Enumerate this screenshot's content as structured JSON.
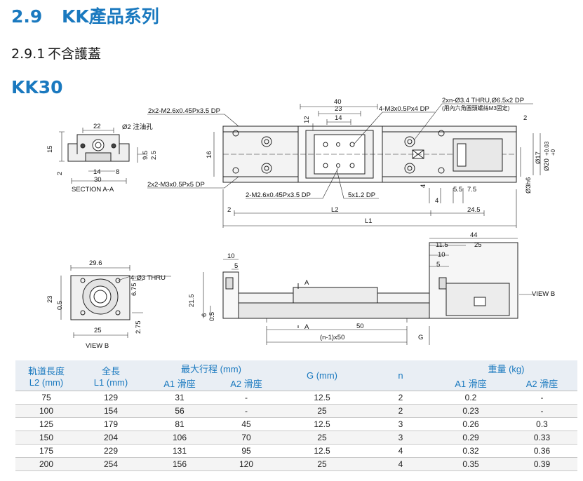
{
  "section": {
    "number": "2.9",
    "title": "KK產品系列"
  },
  "subsection": {
    "number": "2.9.1",
    "title": "不含護蓋"
  },
  "model": "KK30",
  "drawing_labels": {
    "sec_22": "22",
    "sec_oil": "Ø2 注油孔",
    "sec_15": "15",
    "sec_9_5": "9.5",
    "sec_2_5": "2.5",
    "sec_2": "2",
    "sec_14": "14",
    "sec_8": "8",
    "sec_30": "30",
    "sec_title": "SECTION A-A",
    "top_m26a": "2x2-M2.6x0.45Px3.5 DP",
    "top_m3a": "2x2-M3x0.5Px5 DP",
    "top_40": "40",
    "top_23": "23",
    "top_14": "14",
    "top_12": "12",
    "top_16": "16",
    "top_m3b": "4-M3x0.5Px4 DP",
    "top_thru": "2xn-Ø3.4 THRU,Ø6.5x2 DP",
    "top_thru_note": "(用內六角圓頭螺絲M3固定)",
    "top_2r": "2",
    "top_d17": "Ø17",
    "top_d20": "Ø20",
    "top_tol_up": "+0.03",
    "top_tol_lo": "+0",
    "top_d3h6": "Ø3h6",
    "top_m26b": "2-M2.6x0.45Px3.5 DP",
    "top_5x1": "5x1.2 DP",
    "top_4a": "4",
    "top_4b": "4",
    "top_5_5": "5.5",
    "top_7_5": "7.5",
    "top_2l": "2",
    "top_L2": "L2",
    "top_24_5": "24.5",
    "top_L1": "L1",
    "vb_29_6": "29.6",
    "vb_thru": "4-Ø3 THRU",
    "vb_6_75": "6.75",
    "vb_23": "23",
    "vb_0_5": "0.5",
    "vb_25": "25",
    "vb_2_75": "2.75",
    "vb_title": "VIEW B",
    "fr_10": "10",
    "fr_5": "5",
    "fr_21_5": "21.5",
    "fr_6": "6",
    "fr_0_5": "0.5",
    "fr_A_top": "A",
    "fr_A_bot": "A",
    "fr_50": "50",
    "fr_n50": "(n-1)x50",
    "fr_G": "G",
    "fr_44": "44",
    "fr_11_5": "11.5",
    "fr_25": "25",
    "fr_10r": "10",
    "fr_5r": "5",
    "fr_viewb": "VIEW B"
  },
  "table": {
    "headers": {
      "rail_length": [
        "軌道長度",
        "L2 (mm)"
      ],
      "total_length": [
        "全長",
        "L1 (mm)"
      ],
      "max_stroke": "最大行程 (mm)",
      "stroke_a1": "A1 滑座",
      "stroke_a2": "A2 滑座",
      "g": "G (mm)",
      "n": "n",
      "weight": "重量 (kg)",
      "weight_a1": "A1 滑座",
      "weight_a2": "A2 滑座"
    },
    "rows": [
      [
        "75",
        "129",
        "31",
        "-",
        "12.5",
        "2",
        "0.2",
        "-"
      ],
      [
        "100",
        "154",
        "56",
        "-",
        "25",
        "2",
        "0.23",
        "-"
      ],
      [
        "125",
        "179",
        "81",
        "45",
        "12.5",
        "3",
        "0.26",
        "0.3"
      ],
      [
        "150",
        "204",
        "106",
        "70",
        "25",
        "3",
        "0.29",
        "0.33"
      ],
      [
        "175",
        "229",
        "131",
        "95",
        "12.5",
        "4",
        "0.32",
        "0.36"
      ],
      [
        "200",
        "254",
        "156",
        "120",
        "25",
        "4",
        "0.35",
        "0.39"
      ]
    ]
  }
}
